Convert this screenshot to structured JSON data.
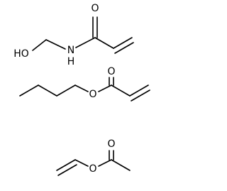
{
  "molecules": [
    {
      "atoms": {
        "oxygen_carbonyl": "O",
        "nitrogen_amide": "N",
        "hydrogen_amide": "H",
        "hydroxyl": "HO"
      }
    },
    {
      "atoms": {
        "oxygen_carbonyl": "O",
        "oxygen_ester": "O"
      }
    },
    {
      "atoms": {
        "oxygen_carbonyl": "O",
        "oxygen_ester": "O"
      }
    }
  ]
}
